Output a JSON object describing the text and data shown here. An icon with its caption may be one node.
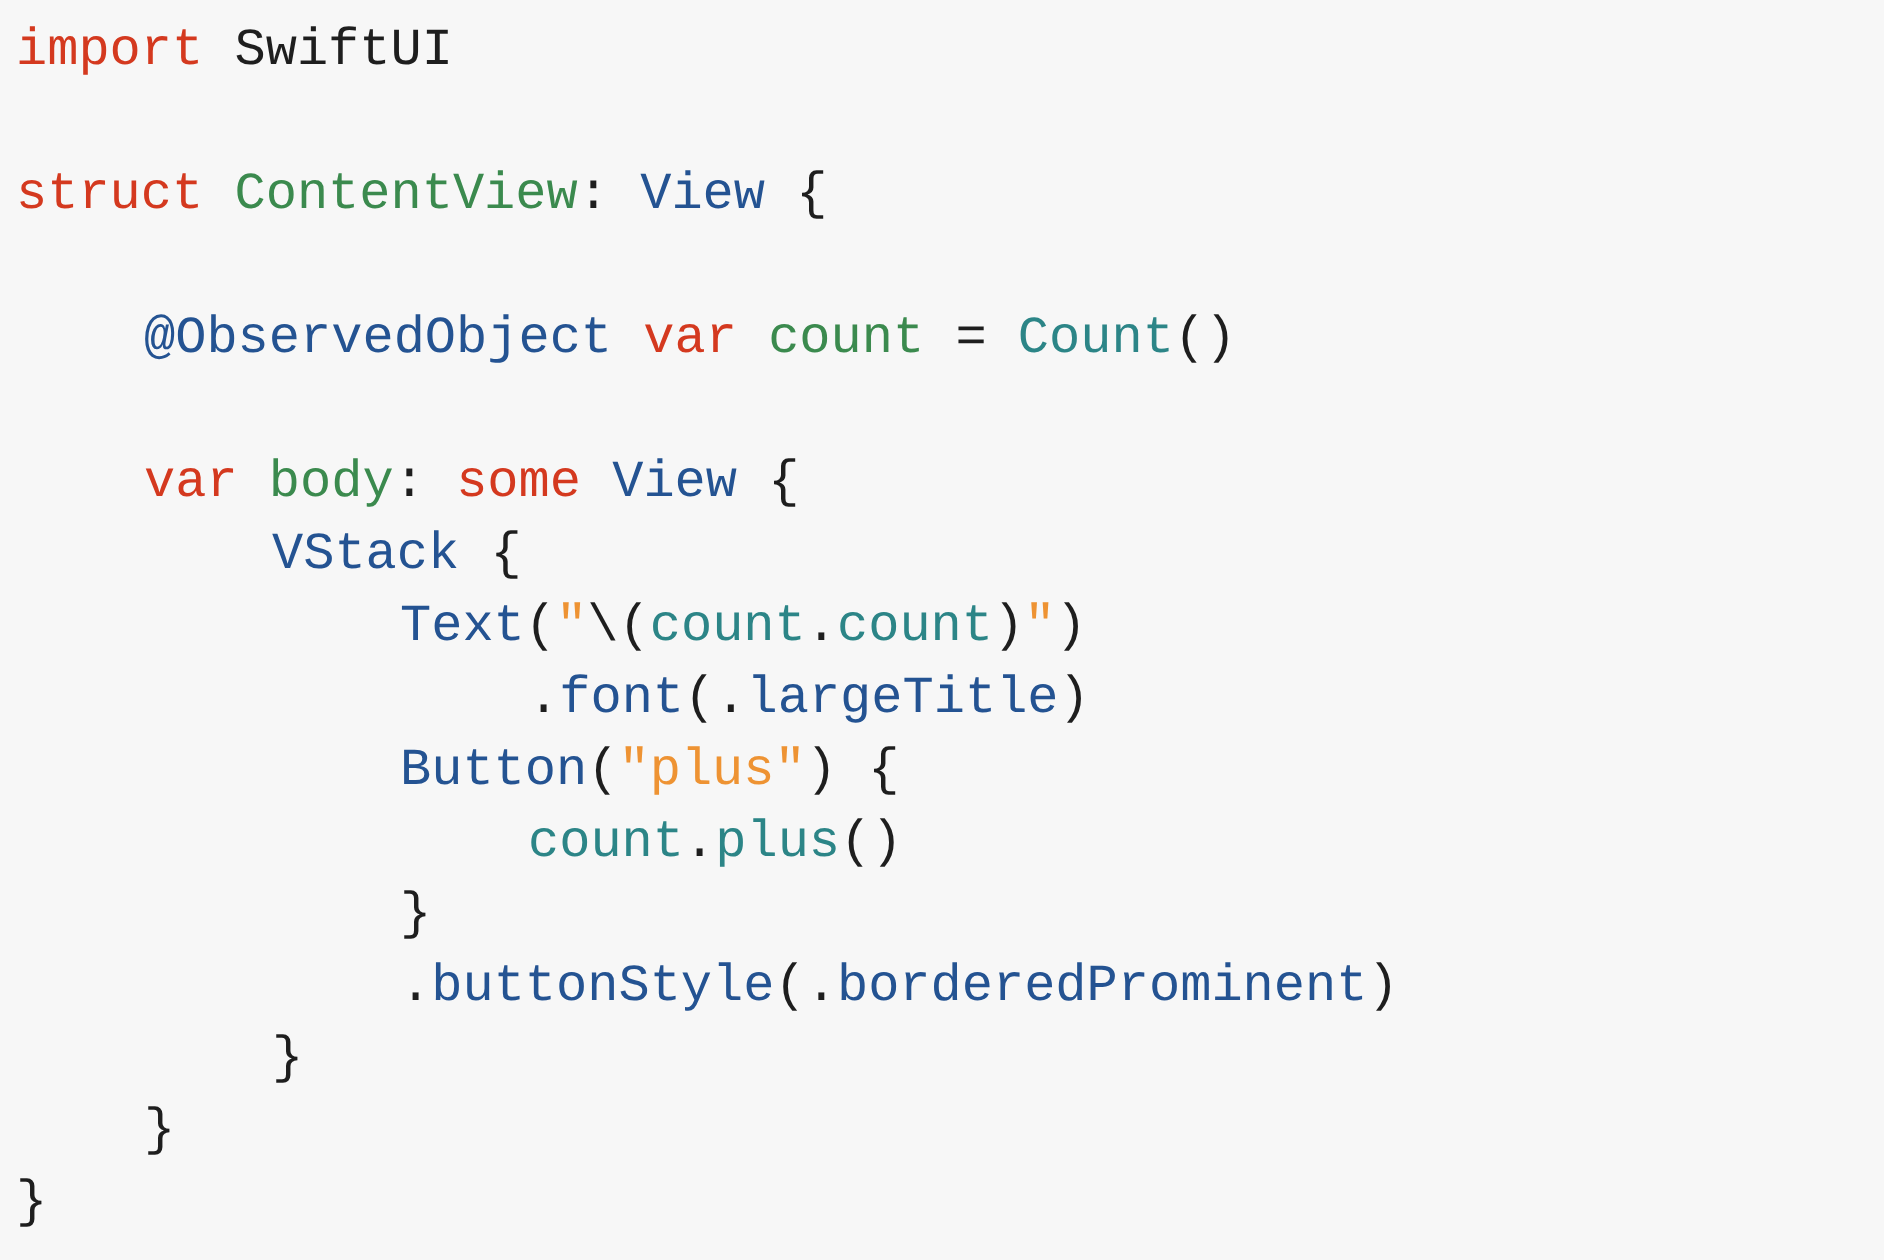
{
  "diagram": {
    "labels": [
      "import SwiftUI",
      "struct ContentView: View {",
      "@ObservedObject var count = Count()",
      "var body: some View {",
      "VStack {",
      "Text(\"\\(count.count)\")",
      ".font(.largeTitle)",
      "Button(\"plus\") {",
      "count.plus()",
      "}",
      ".buttonStyle(.borderedProminent)",
      "}",
      "}",
      "}"
    ]
  }
}
